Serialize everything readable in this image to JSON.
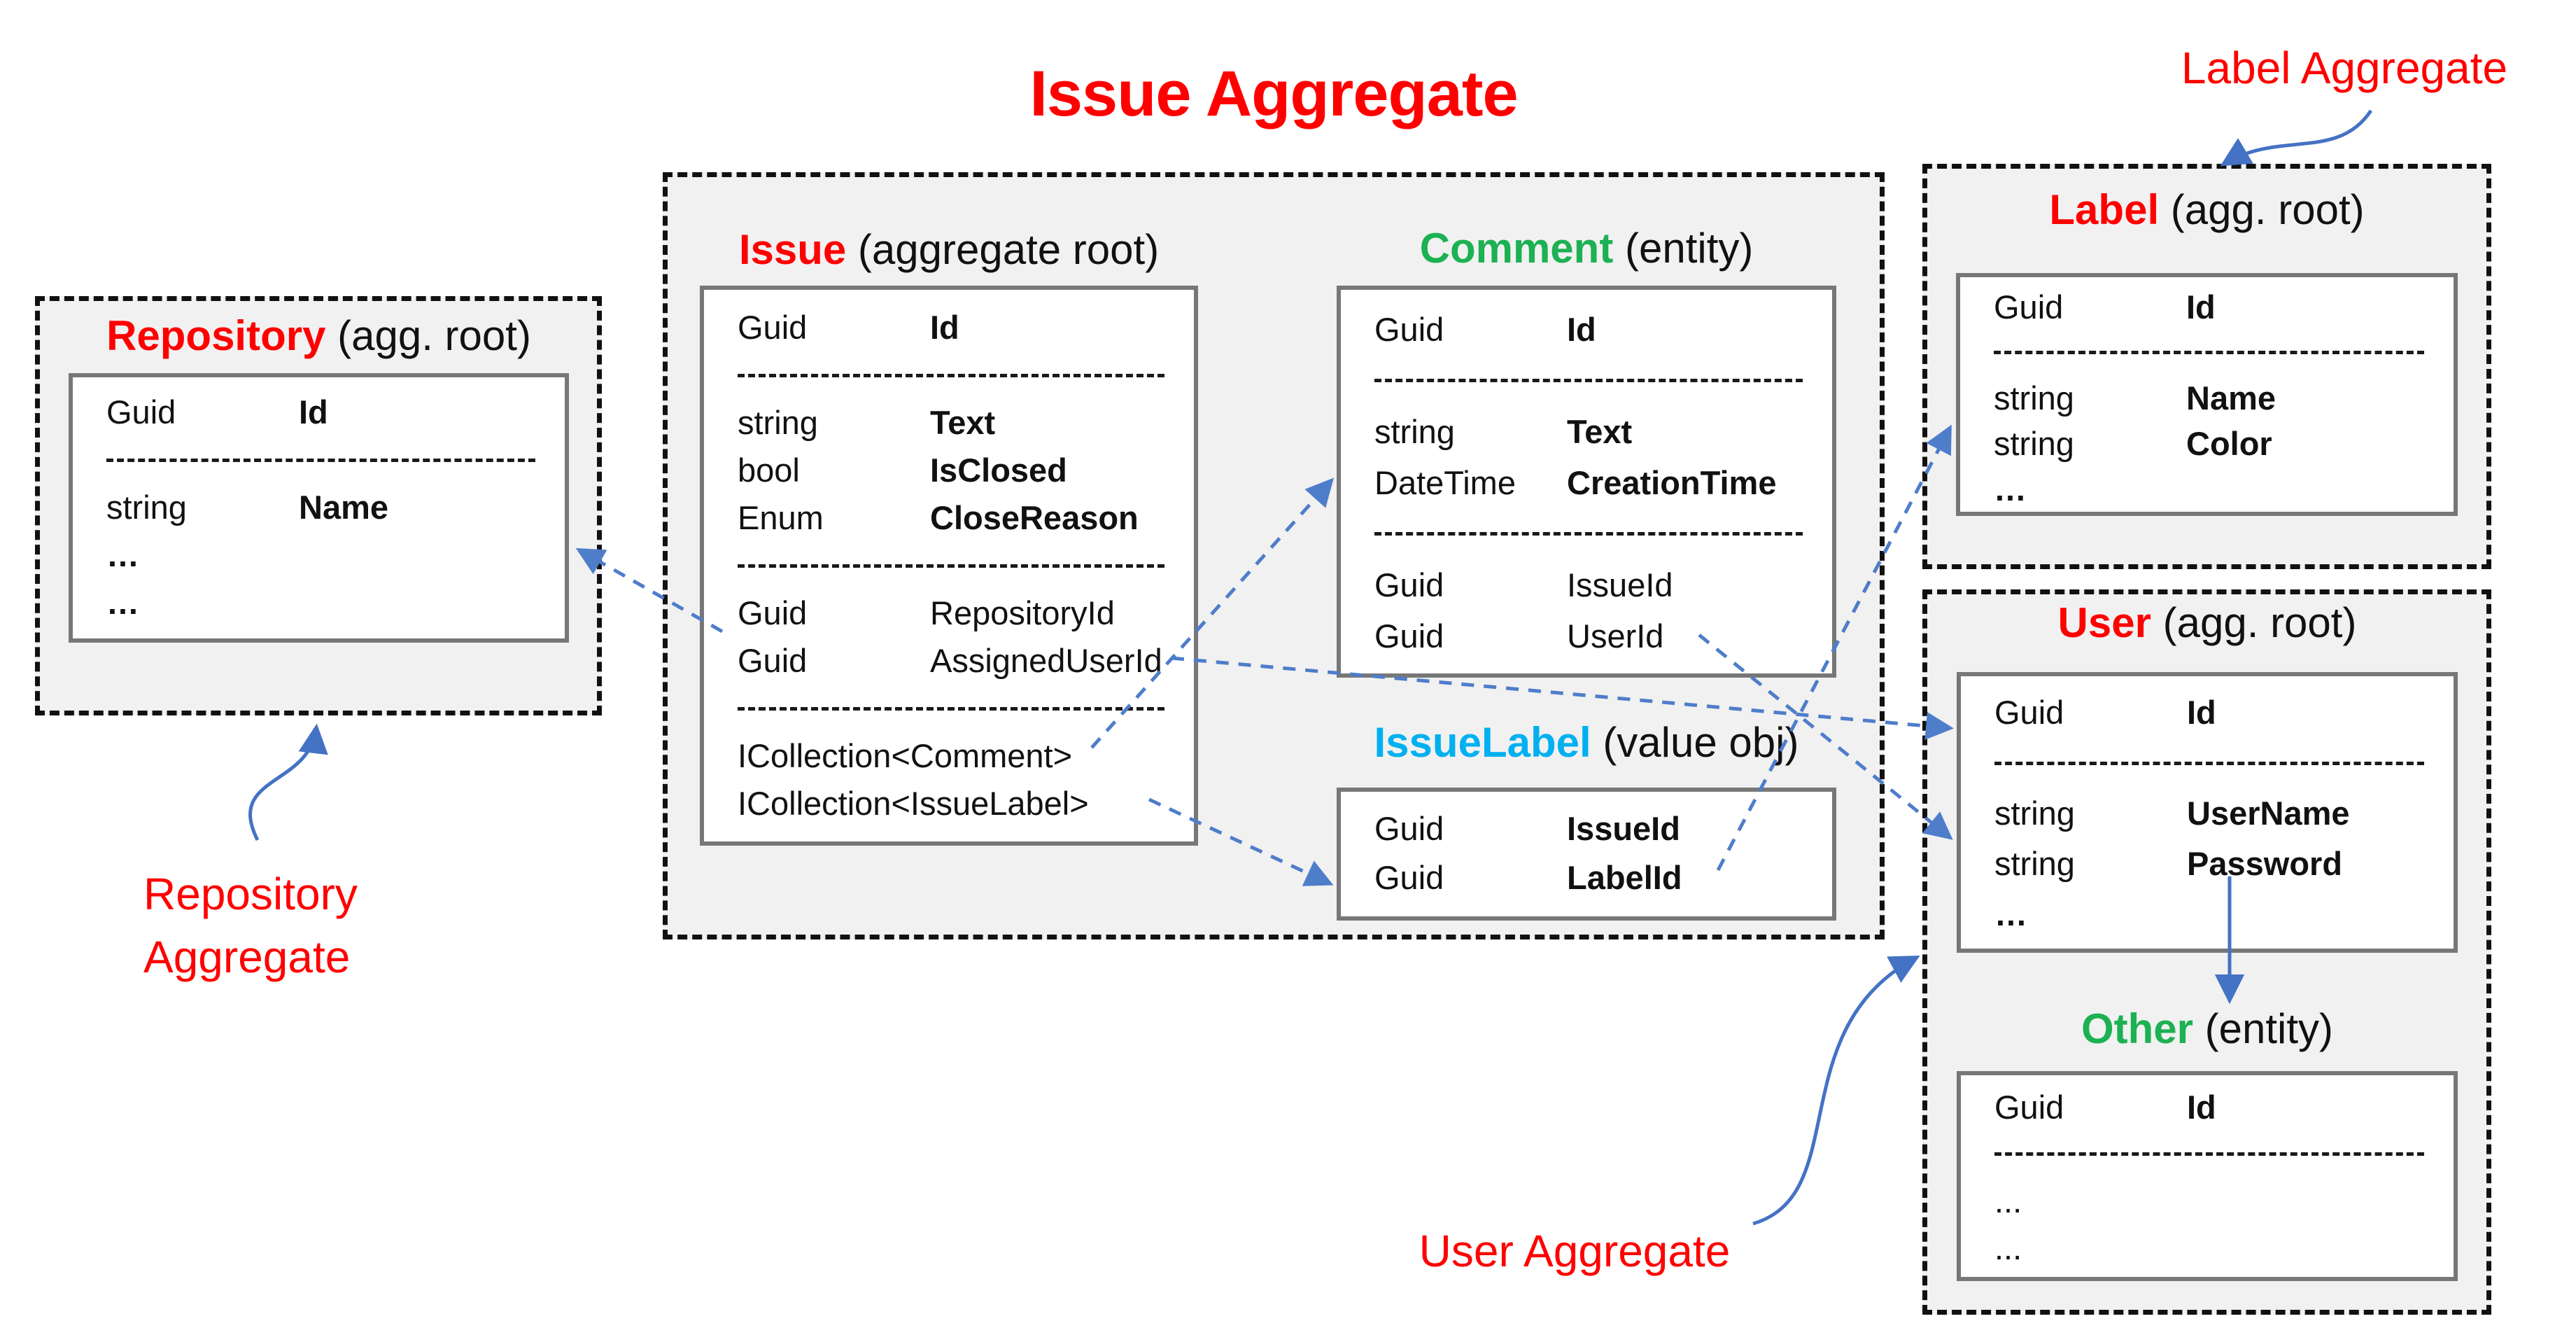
{
  "diagram": {
    "title": "Issue Aggregate"
  },
  "annotations": {
    "label_aggregate": "Label Aggregate",
    "repository_aggregate_line1": "Repository",
    "repository_aggregate_line2": "Aggregate",
    "user_aggregate": "User Aggregate"
  },
  "colors": {
    "aggregate_root_name": "#FF0000",
    "entity_name": "#1CB152",
    "value_object_name": "#00B0F0",
    "annotation_red": "#FF0000",
    "arrow_blue_solid": "#4472C4",
    "arrow_blue_dashed": "#4e7dca",
    "container_fill": "#f1f1f1",
    "table_border": "#777777"
  },
  "entities": [
    {
      "id": "issue",
      "name": "Issue",
      "kind_label": "(aggregate root)",
      "color": "#FF0000",
      "rows": [
        {
          "type": "Guid",
          "name": "Id",
          "bold": true
        },
        {
          "sep": true
        },
        {
          "type": "string",
          "name": "Text",
          "bold": true
        },
        {
          "type": "bool",
          "name": "IsClosed",
          "bold": true
        },
        {
          "type": "Enum",
          "name": "CloseReason",
          "bold": true
        },
        {
          "sep": true
        },
        {
          "type": "Guid",
          "name": "RepositoryId",
          "bold": false
        },
        {
          "type": "Guid",
          "name": "AssignedUserId",
          "bold": false
        },
        {
          "sep": true
        },
        {
          "text": "ICollection<Comment>",
          "bold": false
        },
        {
          "text": "ICollection<IssueLabel>",
          "bold": false
        }
      ]
    },
    {
      "id": "comment",
      "name": "Comment",
      "kind_label": "(entity)",
      "color": "#1CB152",
      "rows": [
        {
          "type": "Guid",
          "name": "Id",
          "bold": true
        },
        {
          "sep": true
        },
        {
          "type": "string",
          "name": "Text",
          "bold": true
        },
        {
          "type": "DateTime",
          "name": "CreationTime",
          "bold": true
        },
        {
          "sep": true
        },
        {
          "type": "Guid",
          "name": "IssueId",
          "bold": false
        },
        {
          "type": "Guid",
          "name": "UserId",
          "bold": false
        }
      ]
    },
    {
      "id": "issuelabel",
      "name": "IssueLabel",
      "kind_label": "(value obj)",
      "color": "#00B0F0",
      "rows": [
        {
          "type": "Guid",
          "name": "IssueId",
          "bold": true
        },
        {
          "type": "Guid",
          "name": "LabelId",
          "bold": true
        }
      ]
    },
    {
      "id": "repository",
      "name": "Repository",
      "kind_label": "(agg. root)",
      "color": "#FF0000",
      "rows": [
        {
          "type": "Guid",
          "name": "Id",
          "bold": true
        },
        {
          "sep": true
        },
        {
          "type": "string",
          "name": "Name",
          "bold": true
        },
        {
          "text": "…",
          "bold": true
        },
        {
          "text": "…",
          "bold": true
        }
      ]
    },
    {
      "id": "label",
      "name": "Label",
      "kind_label": "(agg. root)",
      "color": "#FF0000",
      "rows": [
        {
          "type": "Guid",
          "name": "Id",
          "bold": true
        },
        {
          "sep": true
        },
        {
          "type": "string",
          "name": "Name",
          "bold": true
        },
        {
          "type": "string",
          "name": "Color",
          "bold": true
        },
        {
          "text": "…",
          "bold": true
        }
      ]
    },
    {
      "id": "user",
      "name": "User",
      "kind_label": "(agg. root)",
      "color": "#FF0000",
      "rows": [
        {
          "type": "Guid",
          "name": "Id",
          "bold": true
        },
        {
          "sep": true
        },
        {
          "type": "string",
          "name": "UserName",
          "bold": true
        },
        {
          "type": "string",
          "name": "Password",
          "bold": true
        },
        {
          "text": "…",
          "bold": true
        }
      ]
    },
    {
      "id": "other",
      "name": "Other",
      "kind_label": "(entity)",
      "color": "#1CB152",
      "rows": [
        {
          "type": "Guid",
          "name": "Id",
          "bold": true
        },
        {
          "sep": true
        },
        {
          "text": "...",
          "bold": false
        },
        {
          "text": "...",
          "bold": false
        }
      ]
    }
  ],
  "relationships": [
    {
      "from": "Issue.RepositoryId",
      "to": "Repository",
      "style": "dashed"
    },
    {
      "from": "Issue.ICollection<Comment>",
      "to": "Comment",
      "style": "dashed"
    },
    {
      "from": "Issue.ICollection<IssueLabel>",
      "to": "IssueLabel",
      "style": "dashed"
    },
    {
      "from": "Issue.AssignedUserId",
      "to": "User",
      "style": "dashed"
    },
    {
      "from": "Comment.UserId",
      "to": "User",
      "style": "dashed"
    },
    {
      "from": "IssueLabel.LabelId",
      "to": "Label",
      "style": "dashed"
    },
    {
      "from": "Label Aggregate annotation",
      "to": "Label aggregate container",
      "style": "solid"
    },
    {
      "from": "Repository Aggregate annotation",
      "to": "Repository aggregate container",
      "style": "solid"
    },
    {
      "from": "User Aggregate annotation",
      "to": "User aggregate container",
      "style": "solid"
    },
    {
      "from": "User",
      "to": "Other",
      "style": "solid"
    }
  ]
}
